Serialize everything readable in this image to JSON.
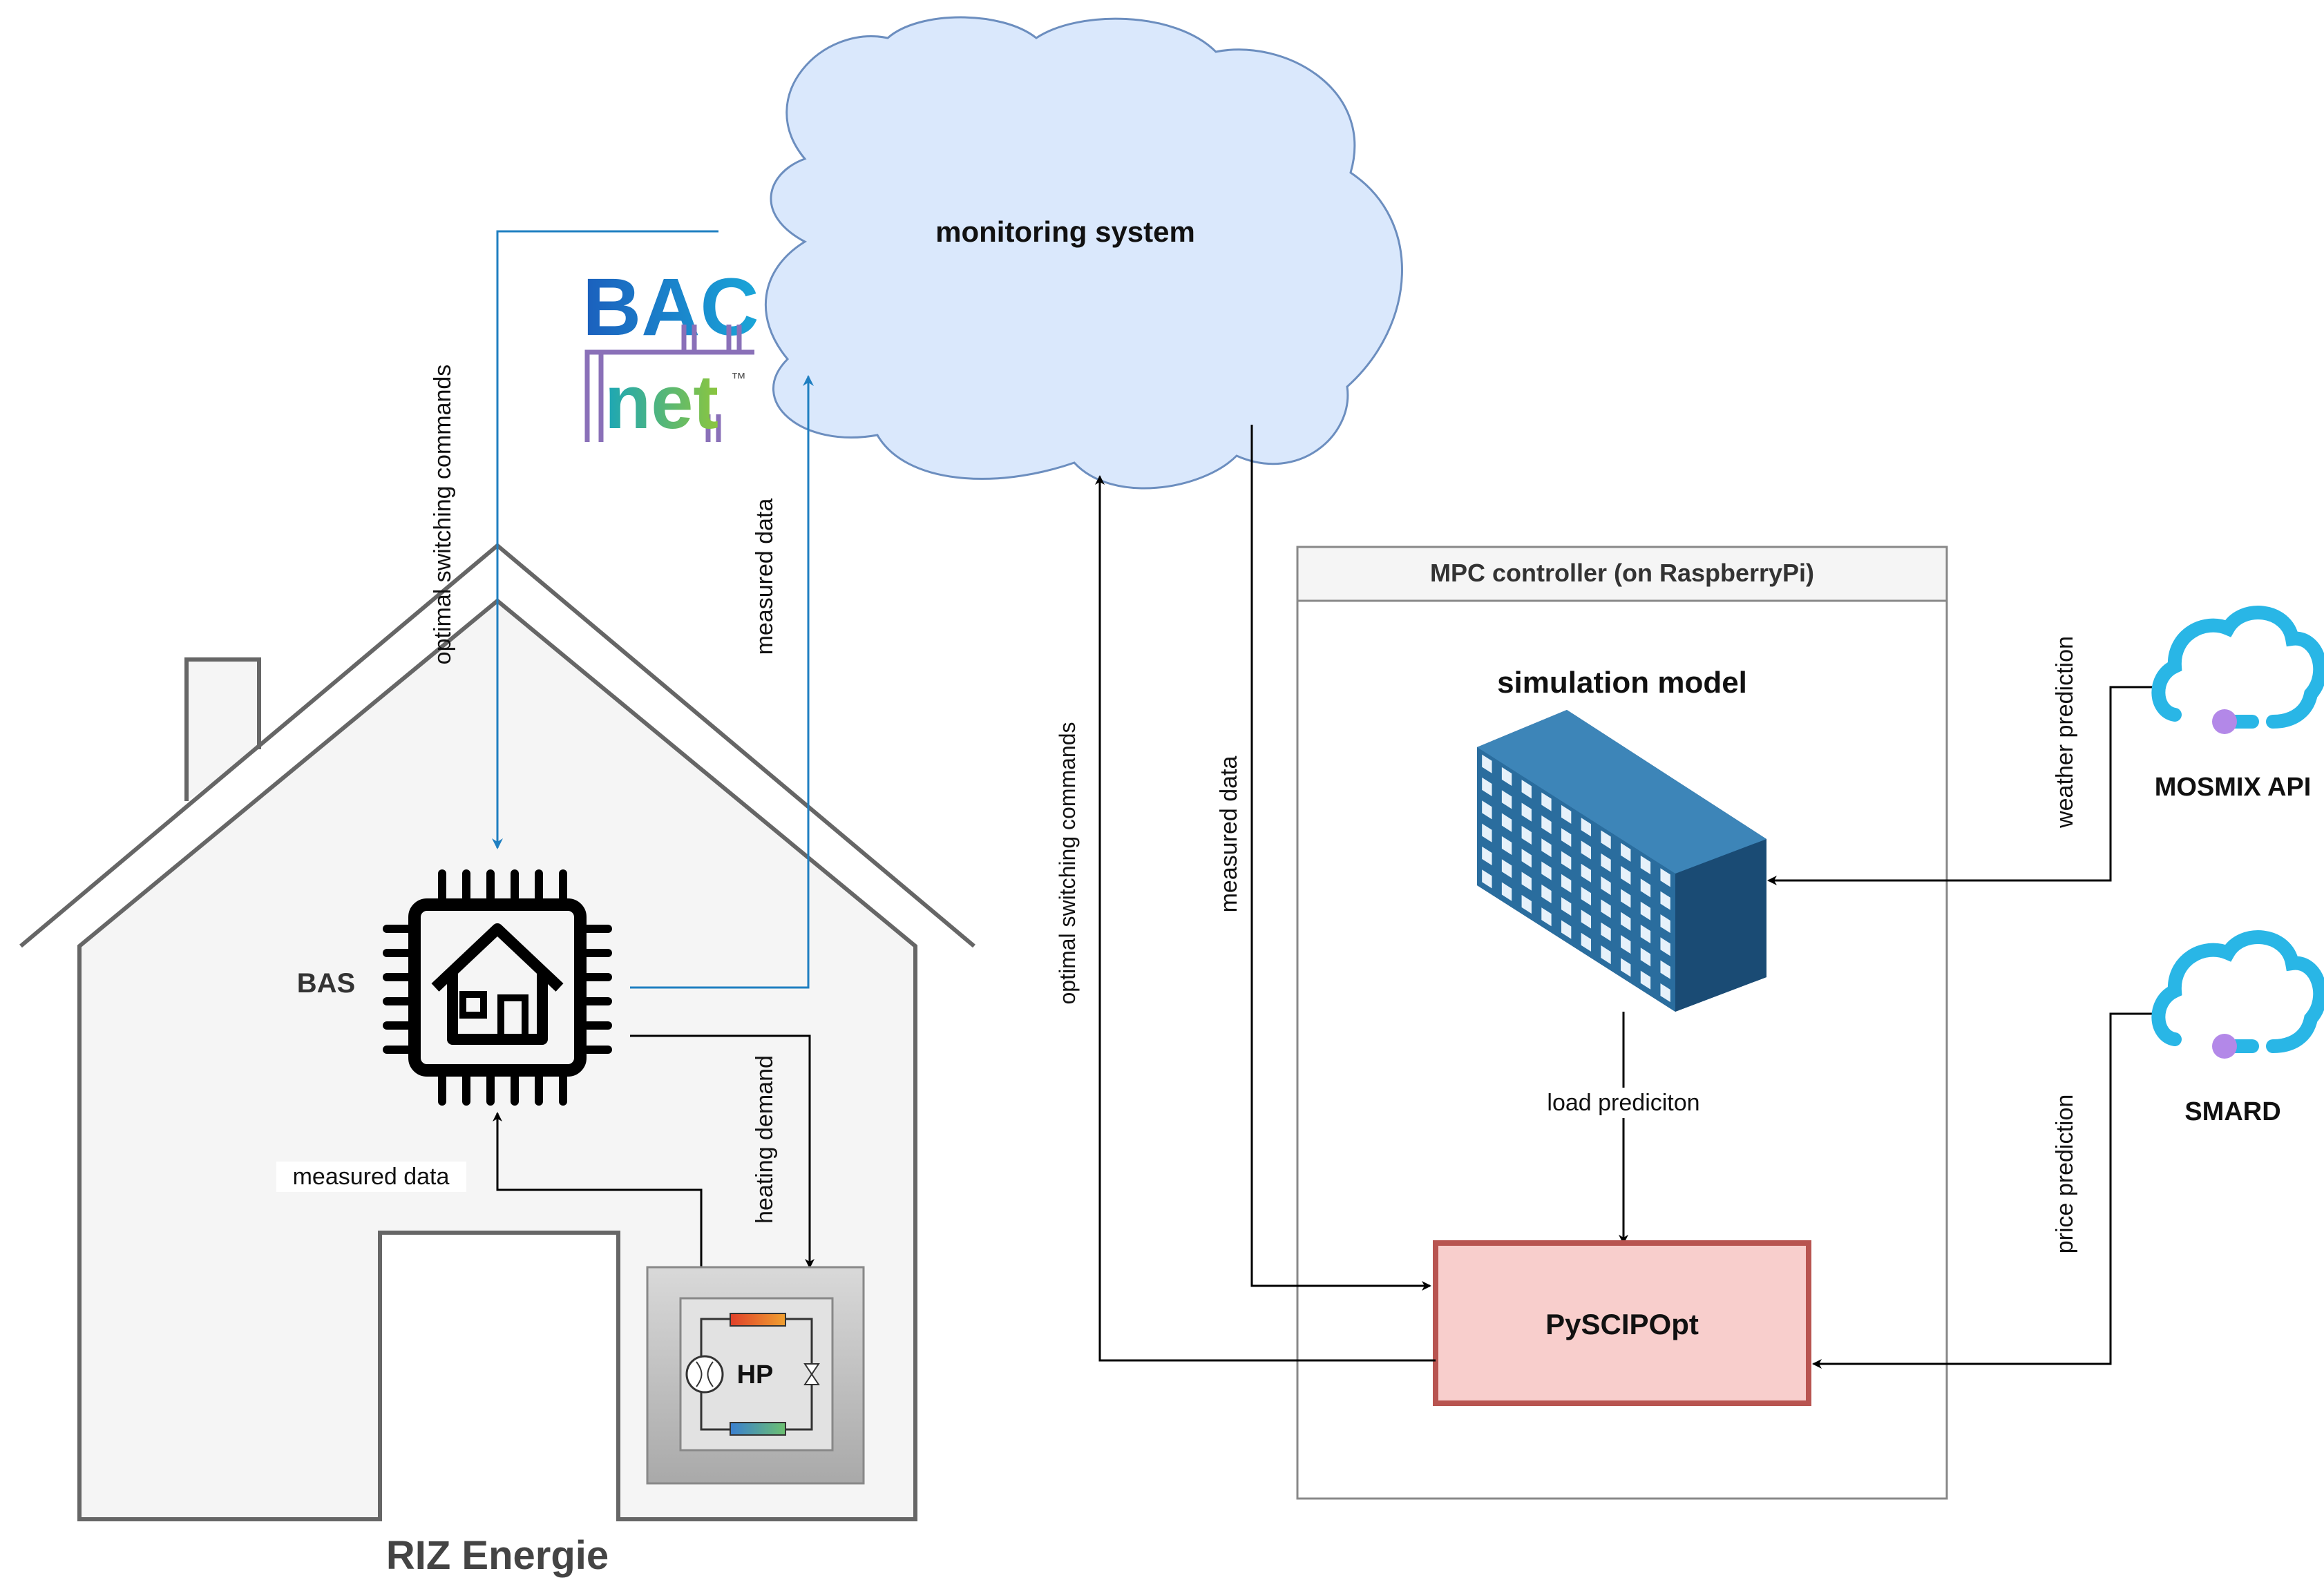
{
  "labels": {
    "monitoring": "monitoring system",
    "bacnet_top": "BAC",
    "bacnet_bottom": "net",
    "bacnet_tm": "™",
    "optimal_cmds_left": "optimal switching commands",
    "measured_left_up": "measured data",
    "bas": "BAS",
    "heating_demand": "heating demand",
    "measured_bas": "measured data",
    "hp": "HP",
    "house_title": "RIZ Energie",
    "optimal_cmds_right": "optimal switching commands",
    "measured_right": "measured data",
    "mpc_title": "MPC controller (on RaspberryPi)",
    "sim_model": "simulation model",
    "load_prediction": "load prediciton",
    "pyscipopt": "PySCIPOpt",
    "weather_prediction": "weather prediction",
    "mosmix": "MOSMIX API",
    "price_prediction": "price prediction",
    "smard": "SMARD"
  },
  "colors": {
    "cloud_fill": "#dae8fc",
    "cloud_stroke": "#6c8ebf",
    "blue_arrow": "#1f7fc1",
    "house_fill": "#f5f5f5",
    "house_stroke": "#666666",
    "mpc_header": "#f5f5f5",
    "pyscipopt_fill": "#f8cecc",
    "pyscipopt_stroke": "#b85450",
    "building": "#2a6496",
    "cloud_icon": "#29b6e6",
    "cloud_icon_dot": "#b388e8"
  },
  "icons": [
    "cloud-shape",
    "bacnet-logo",
    "house-chip-icon",
    "heat-pump-icon",
    "building-icon",
    "cloud-api-icon"
  ]
}
